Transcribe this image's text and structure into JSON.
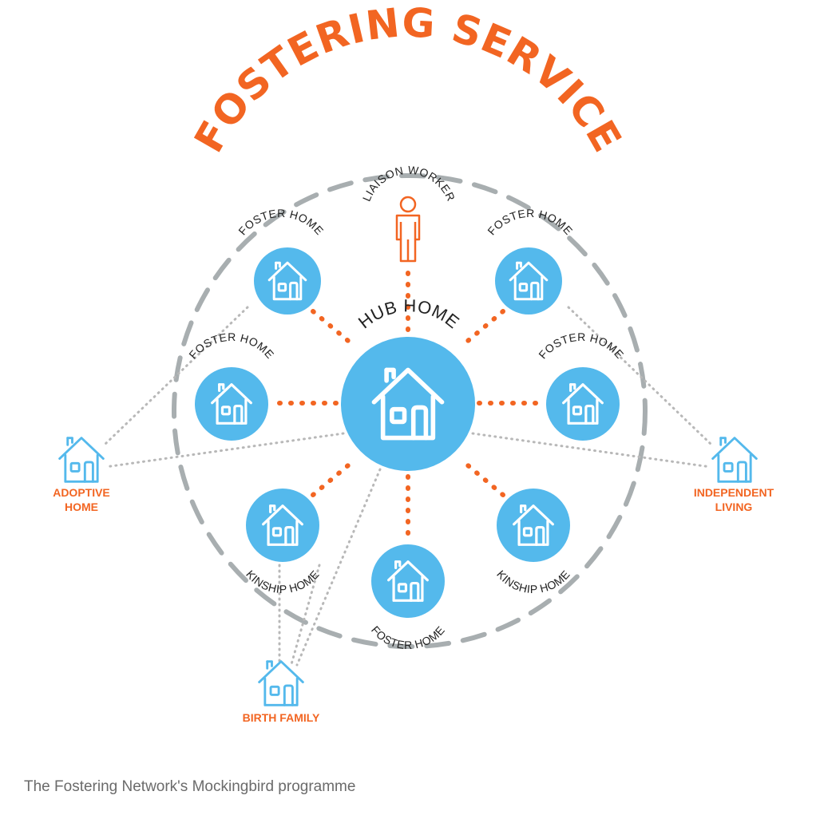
{
  "title": "FOSTERING SERVICE",
  "liaison_worker": "LIAISON WORKER",
  "hub_home": "HUB HOME",
  "satellites": [
    {
      "id": "foster-top-left",
      "label": "FOSTER HOME"
    },
    {
      "id": "foster-top-right",
      "label": "FOSTER HOME"
    },
    {
      "id": "foster-left",
      "label": "FOSTER HOME"
    },
    {
      "id": "foster-right",
      "label": "FOSTER HOME"
    },
    {
      "id": "kinship-bottom-left",
      "label": "KINSHIP HOME"
    },
    {
      "id": "kinship-bottom-right",
      "label": "KINSHIP HOME"
    },
    {
      "id": "foster-bottom",
      "label": "FOSTER HOME"
    }
  ],
  "outer_homes": {
    "adoptive_line1": "ADOPTIVE",
    "adoptive_line2": "HOME",
    "independent_line1": "INDEPENDENT",
    "independent_line2": "LIVING",
    "birth_family": "BIRTH FAMILY"
  },
  "caption": "The Fostering Network's Mockingbird programme",
  "colors": {
    "orange": "#f26522",
    "blue": "#54b9ec",
    "gray_dash": "#a8aeb0",
    "dotted_gray": "#b8b8b8"
  },
  "icons": {
    "house": "house-icon",
    "person": "person-icon"
  }
}
